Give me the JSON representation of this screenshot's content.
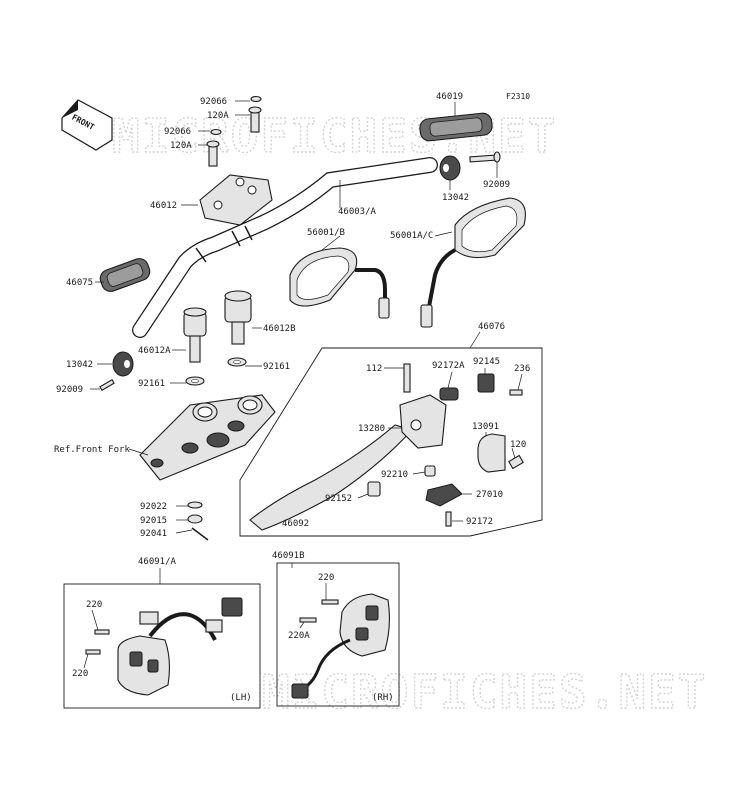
{
  "figure_code": "F2310",
  "watermark": "MICROFICHES.NET",
  "front_arrow_label": "FRONT",
  "labels": {
    "p92066a": "92066",
    "p120Aa": "120A",
    "p92066b": "92066",
    "p120Ab": "120A",
    "p46012": "46012",
    "p46003A": "46003/A",
    "p46019": "46019",
    "p13042a": "13042",
    "p92009a": "92009",
    "p56001B": "56001/B",
    "p56001AC": "56001A/C",
    "p46075": "46075",
    "p46012A": "46012A",
    "p46012B": "46012B",
    "p13042b": "13042",
    "p92009b": "92009",
    "p92161a": "92161",
    "p92161b": "92161",
    "refFork": "Ref.Front Fork",
    "p46076": "46076",
    "p112": "112",
    "p92172A": "92172A",
    "p92145": "92145",
    "p236": "236",
    "p13280": "13280",
    "p13091": "13091",
    "p120": "120",
    "p92210": "92210",
    "p27010": "27010",
    "p92152": "92152",
    "p46092": "46092",
    "p92172": "92172",
    "p92022": "92022",
    "p92015": "92015",
    "p92041": "92041",
    "p46091A": "46091/A",
    "p46091B": "46091B",
    "p220a": "220",
    "p220b": "220",
    "p220c": "220",
    "p220A": "220A",
    "lh": "(LH)",
    "rh": "(RH)"
  }
}
